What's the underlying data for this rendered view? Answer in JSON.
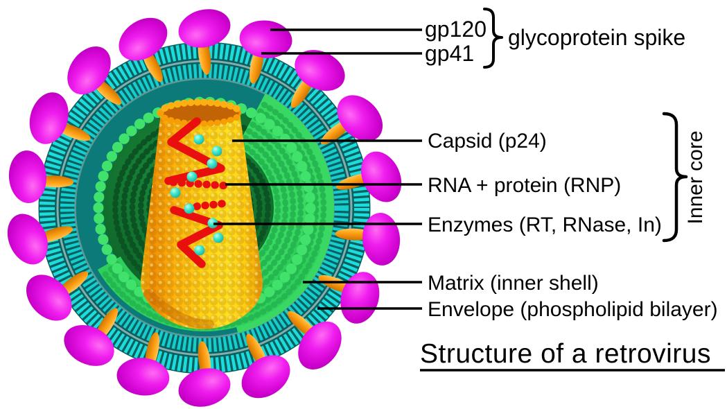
{
  "diagram": {
    "title": "Structure of a retrovirus",
    "labels": {
      "gp120": "gp120",
      "gp41": "gp41",
      "glycoprotein_spike": "glycoprotein spike",
      "capsid": "Capsid (p24)",
      "rna_protein": "RNA + protein (RNP)",
      "enzymes": "Enzymes (RT, RNase, In)",
      "matrix": "Matrix (inner shell)",
      "envelope": "Envelope (phospholipid bilayer)",
      "inner_core": "Inner core"
    },
    "colors": {
      "spike_knob_magenta": "#ef1dee",
      "spike_stalk_orange": "#ffa014",
      "envelope_cyan": "#1edcdc",
      "membrane_teal": "#076060",
      "matrix_light_green": "#38d863",
      "interior_dark_green": "#11702e",
      "capsid_orange_yellow": "#ffd315",
      "rna_red": "#e90f0f",
      "enzyme_cyan": "#45e8cd",
      "annotation_black": "#000000"
    }
  }
}
